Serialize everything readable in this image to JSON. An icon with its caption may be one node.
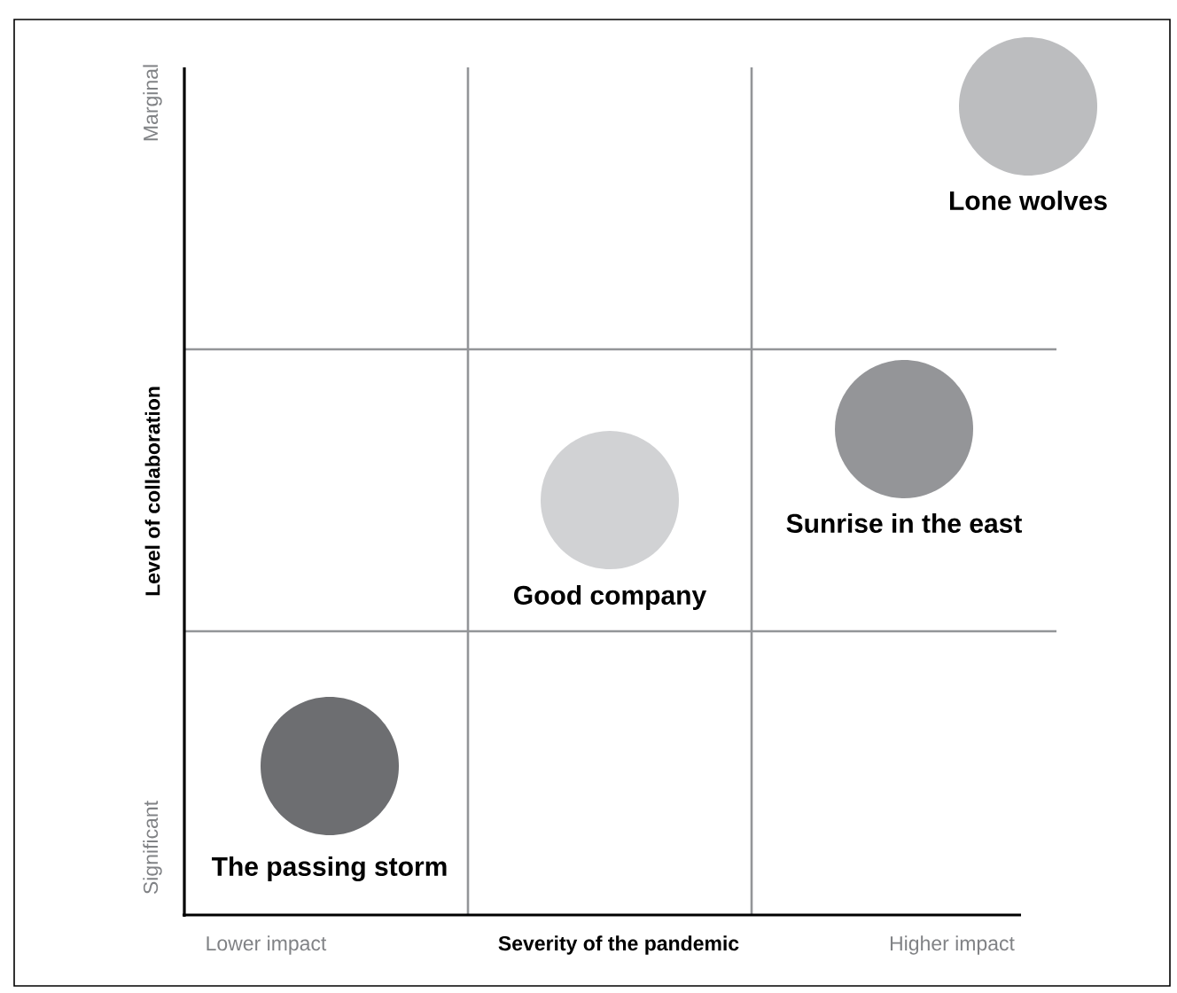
{
  "diagram": {
    "nodes": [
      {
        "text": [],
        "shape": "circle",
        "beside": [
          "Lone wolves"
        ]
      },
      {
        "text": [],
        "shape": "circle",
        "beside": [
          "Sunrise in the east"
        ]
      },
      {
        "text": [],
        "shape": "circle",
        "beside": [
          "Good company"
        ]
      },
      {
        "text": [],
        "shape": "circle",
        "beside": [
          "The passing storm"
        ]
      }
    ],
    "labels": [
      "Marginal",
      "Level of collaboration",
      "Significant",
      "Lower impact",
      "Severity of the pandemic",
      "Higher impact"
    ]
  }
}
